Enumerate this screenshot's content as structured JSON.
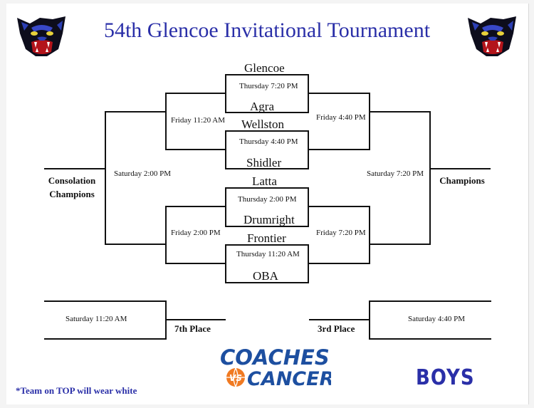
{
  "header": {
    "title": "54th Glencoe Invitational Tournament",
    "mascot_icon": "panther-head-icon"
  },
  "bracket": {
    "teams": {
      "glencoe": "Glencoe",
      "agra": "Agra",
      "wellston": "Wellston",
      "shidler": "Shidler",
      "latta": "Latta",
      "drumright": "Drumright",
      "frontier": "Frontier",
      "oba": "OBA"
    },
    "times": {
      "qf1": "Thursday 7:20 PM",
      "qf2": "Thursday 4:40 PM",
      "qf3": "Thursday 2:00 PM",
      "qf4": "Thursday 11:20 AM",
      "cons_sf_top": "Friday 11:20 AM",
      "cons_sf_bottom": "Friday 2:00 PM",
      "cons_final": "Saturday 2:00 PM",
      "sf_top": "Friday 4:40 PM",
      "sf_bottom": "Friday 7:20 PM",
      "final": "Saturday 7:20 PM",
      "seventh": "Saturday 11:20 AM",
      "third": "Saturday 4:40 PM"
    },
    "labels": {
      "consolation_line1": "Consolation",
      "consolation_line2": "Champions",
      "champions": "Champions",
      "seventh_place": "7th Place",
      "third_place": "3rd Place"
    }
  },
  "footer": {
    "note": "*Team on TOP will wear white",
    "sponsor_line1": "COACHES",
    "sponsor_vs": "VS",
    "sponsor_line2": "CANCER",
    "division": "BOYS"
  },
  "colors": {
    "brand_blue": "#2a2fa8",
    "sponsor_blue": "#1d4fa0",
    "sponsor_orange": "#f07a22",
    "line": "#111111"
  }
}
